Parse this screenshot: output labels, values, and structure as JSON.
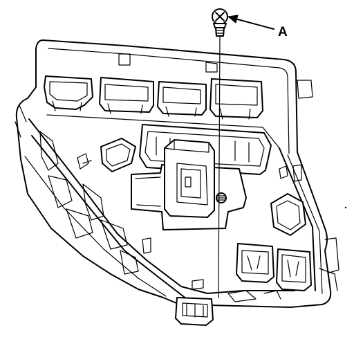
{
  "diagram": {
    "callouts": [
      {
        "id": "A",
        "label": "A",
        "points_to": "screw"
      }
    ]
  }
}
